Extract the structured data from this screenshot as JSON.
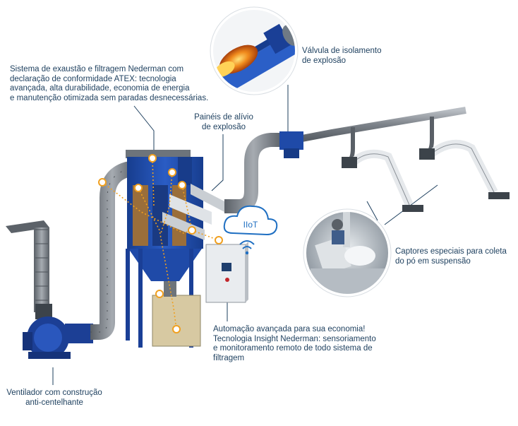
{
  "labels": {
    "system": {
      "lines": [
        "Sistema de exaustão e filtragem Nederman com",
        "declaração de conformidade ATEX: tecnologia",
        "avançada, alta durabilidade, economia de energia",
        "e manutenção otimizada sem paradas desnecessárias."
      ]
    },
    "valve": {
      "lines": [
        "Válvula de isolamento",
        "de explosão"
      ]
    },
    "panels": {
      "lines": [
        "Painéis de alívio",
        "de explosão"
      ]
    },
    "captors": {
      "lines": [
        "Captores especiais para coleta",
        "do pó em suspensão"
      ]
    },
    "automation": {
      "lines": [
        "Automação avançada para sua economia!",
        "Tecnologia Insight Nederman: sensoriamento",
        "e monitoramento remoto de todo sistema de",
        "filtragem"
      ]
    },
    "fan": {
      "lines": [
        "Ventilador com construção",
        "anti-centelhante"
      ]
    }
  },
  "iiot_badge": "IIoT",
  "colors": {
    "text": "#1d3f5e",
    "equipment_blue": "#1f4aa8",
    "duct_grey": "#8a8f96",
    "leader_orange": "#f0a020"
  }
}
